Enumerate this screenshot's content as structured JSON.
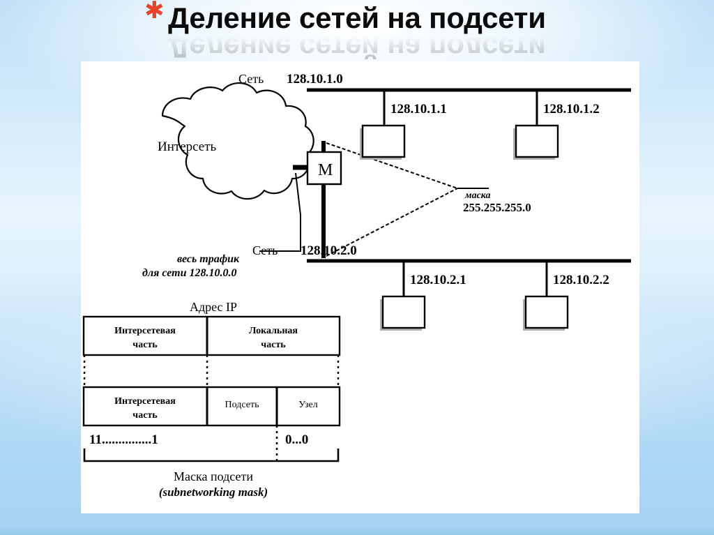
{
  "slide": {
    "title": "Деление сетей на подсети",
    "bullet_icon": "asterisk-icon",
    "background_top_color": "#bfe1f7",
    "background_bottom_color": "#a6d3f3",
    "panel_color": "#ffffff"
  },
  "diagram": {
    "cloud": {
      "label": "Интерсеть",
      "traffic_note_line1": "весь трафик",
      "traffic_note_line2": "для сети 128.10.0.0"
    },
    "router": {
      "label": "M"
    },
    "mask_callout": {
      "label": "маска",
      "value": "255.255.255.0"
    },
    "networks": [
      {
        "prefix_label": "Сеть",
        "address": "128.10.1.0",
        "hosts": [
          {
            "address": "128.10.1.1",
            "icon": "workstation-icon"
          },
          {
            "address": "128.10.1.2",
            "icon": "workstation-icon"
          }
        ]
      },
      {
        "prefix_label": "Сеть",
        "address": "128.10.2.0",
        "hosts": [
          {
            "address": "128.10.2.1",
            "icon": "workstation-icon"
          },
          {
            "address": "128.10.2.2",
            "icon": "workstation-icon"
          }
        ]
      }
    ]
  },
  "address_table": {
    "caption": "Адрес IP",
    "row_top": {
      "cells": [
        {
          "line1": "Интерсетевая",
          "line2": "часть"
        },
        {
          "line1": "Локальная",
          "line2": "часть"
        }
      ]
    },
    "row_bottom": {
      "cells": [
        {
          "line1": "Интерсетевая",
          "line2": "часть"
        },
        {
          "line1": "Подсеть",
          "line2": ""
        },
        {
          "line1": "Узел",
          "line2": ""
        }
      ]
    },
    "mask_bits": {
      "ones": "11...............1",
      "zeros": "0...0"
    },
    "mask_caption_line1": "Маска подсети",
    "mask_caption_line2": "(subnetworking mask)"
  }
}
